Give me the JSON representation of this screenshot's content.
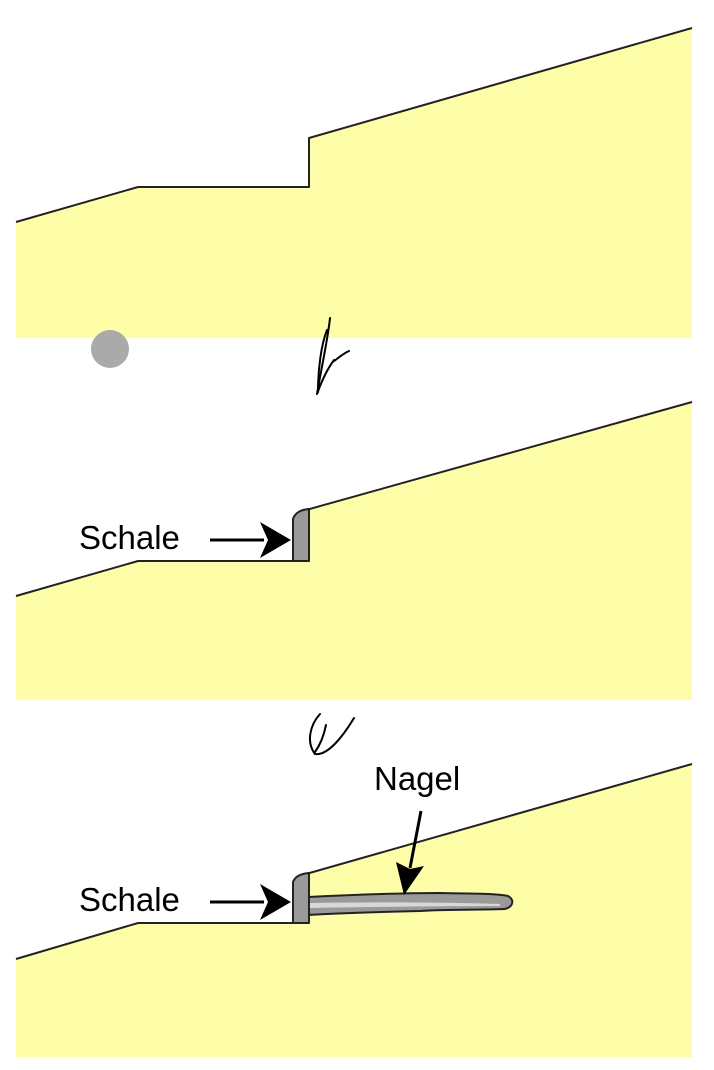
{
  "colors": {
    "soil": "#FFFEA8",
    "outline": "#222222",
    "shell": "#9A9A9A",
    "nail_core": "#D8D8D8",
    "pointer_dot": "#AAAAAA",
    "ink": "#000000"
  },
  "panels": [
    {
      "step": 1,
      "content": "terrain-with-step"
    },
    {
      "step": 2,
      "content": "terrain-with-shell",
      "labels": {
        "shell": "Schale"
      }
    },
    {
      "step": 3,
      "content": "terrain-with-shell-and-nail",
      "labels": {
        "shell": "Schale",
        "nail": "Nagel"
      }
    }
  ],
  "handwritten_marks": [
    "arrow-down-1",
    "arrow-down-2"
  ]
}
